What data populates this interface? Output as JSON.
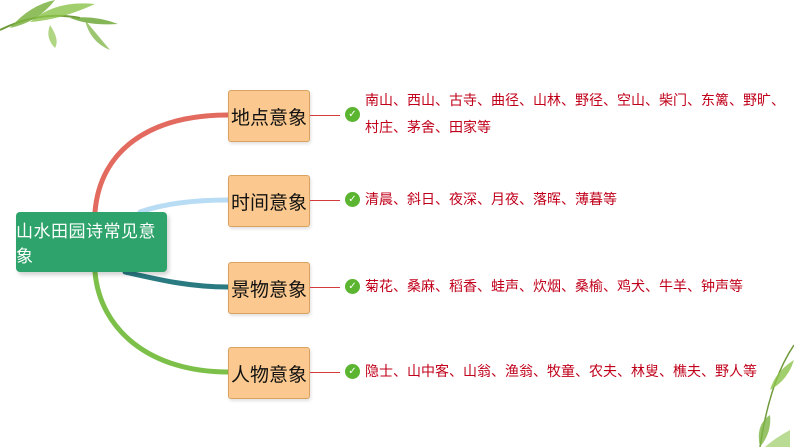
{
  "mindmap": {
    "root": "山水田园诗常见意象",
    "branches": [
      {
        "label": "地点意象",
        "color": "#e26a5f",
        "lines": [
          "南山、西山、古寺、曲径、山林、野径、空山、柴门、东篱、野旷、",
          "村庄、茅舍、田家等"
        ]
      },
      {
        "label": "时间意象",
        "color": "#b9dcf5",
        "lines": [
          "清晨、斜日、夜深、月夜、落晖、薄暮等"
        ]
      },
      {
        "label": "景物意象",
        "color": "#2a7a82",
        "lines": [
          "菊花、桑麻、稻香、蛙声、炊烟、桑榆、鸡犬、牛羊、钟声等"
        ]
      },
      {
        "label": "人物意象",
        "color": "#7cc04a",
        "lines": [
          "隐士、山中客、山翁、渔翁、牧童、农夫、林叟、樵夫、野人等"
        ]
      }
    ]
  },
  "colors": {
    "root": "#2ea36b",
    "category_fill": "#fbc98f",
    "detail_text": "#c0001a",
    "check": "#5bb531"
  },
  "icons": {
    "check": "✓"
  }
}
